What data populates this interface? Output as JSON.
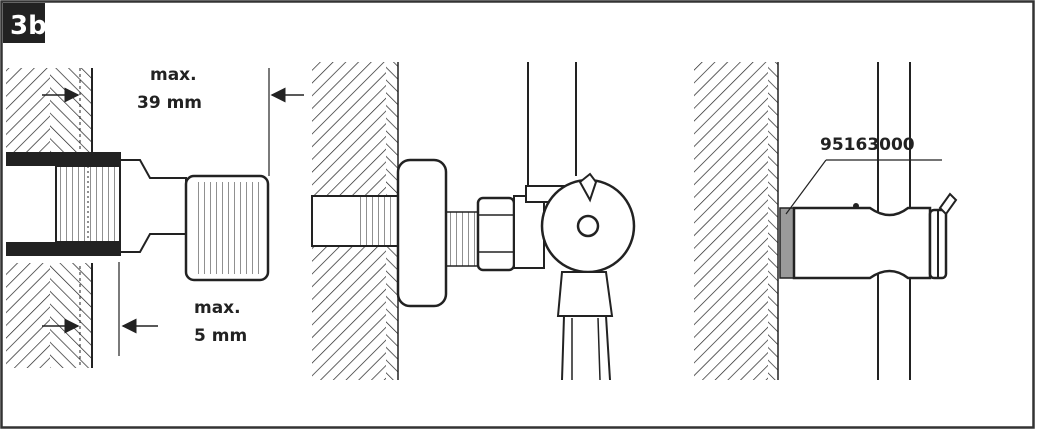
{
  "step_label": "3b",
  "annotations": {
    "max_depth_label_line1": "max.",
    "max_depth_label_line2": "39 mm",
    "max_offset_label_line1": "max.",
    "max_offset_label_line2": "5 mm",
    "part_number": "95163000"
  },
  "colors": {
    "frame": "#333333",
    "line": "#222222",
    "label_bg": "#222222",
    "seal_gray": "#9a9a9a"
  }
}
